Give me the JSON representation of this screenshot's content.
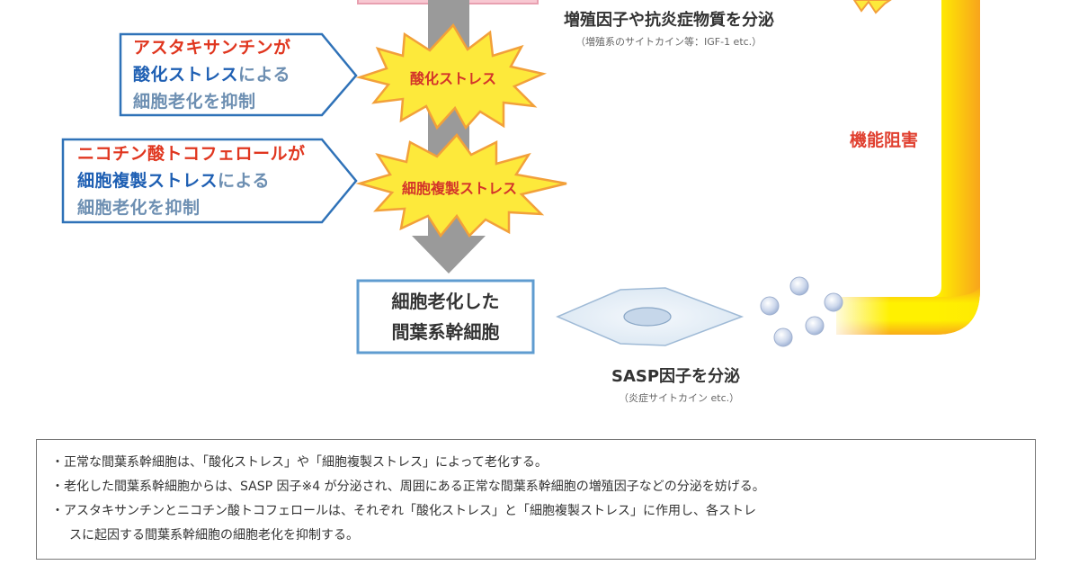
{
  "top_right_caption": {
    "main": "増殖因子や抗炎症物質を分泌",
    "sub": "（増殖系のサイトカイン等：IGF-1 etc.）"
  },
  "callouts": [
    {
      "line1": "アスタキサンチンが",
      "line2_em": "酸化ストレス",
      "line2_rest": "による",
      "line3": "細胞老化を抑制"
    },
    {
      "line1": "ニコチン酸トコフェロールが",
      "line2_em": "細胞複製ストレス",
      "line2_rest": "による",
      "line3": "細胞老化を抑制"
    }
  ],
  "bursts": [
    {
      "label": "酸化ストレス"
    },
    {
      "label": "細胞複製ストレス"
    }
  ],
  "senescent_cell_box": {
    "line1": "細胞老化した",
    "line2": "間葉系幹細胞"
  },
  "sasp_caption": {
    "main": "SASP因子を分泌",
    "sub": "（炎症サイトカイン etc.）"
  },
  "side_label": "機能阻害",
  "notes": [
    "・正常な間葉系幹細胞は、「酸化ストレス」や「細胞複製ストレス」によって老化する。",
    "・老化した間葉系幹細胞からは、SASP 因子※4 が分泌され、周囲にある正常な間葉系幹細胞の増殖因子などの分泌を妨げる。",
    "・アスタキサンチンとニコチン酸トコフェロールは、それぞれ「酸化ストレス」と「細胞複製ストレス」に作用し、各ストレ",
    "スに起因する間葉系幹細胞の細胞老化を抑制する。"
  ],
  "colors": {
    "callout_red": "#e0361f",
    "callout_blue": "#1e5fb3",
    "callout_border": "#2f72b8",
    "burst_fill": "#fde93b",
    "burst_stroke": "#f2a03a",
    "arrow_gray": "#9a9a9a",
    "pipe_yellow": "#fff200",
    "pipe_orange": "#f7a11a"
  }
}
